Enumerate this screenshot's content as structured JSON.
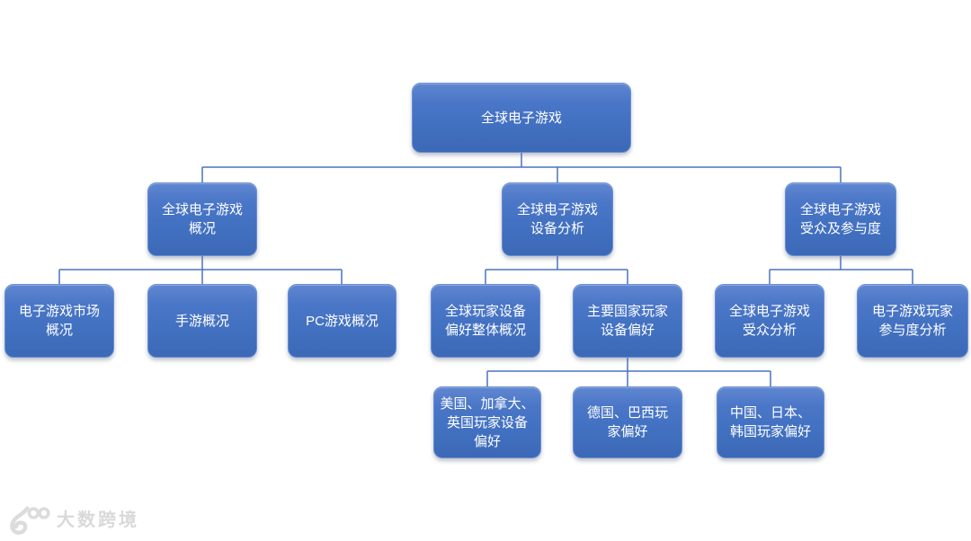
{
  "diagram": {
    "type": "org-tree",
    "colors": {
      "node_fill": "#4472c4",
      "node_fill_light": "#5f86d1",
      "node_text": "#ffffff",
      "connector": "#4a74c0",
      "watermark": "#d9d9d9",
      "background": "#ffffff"
    },
    "tree": {
      "label": "全球电子游戏",
      "children": [
        {
          "label": "全球电子游戏\n概况",
          "children": [
            {
              "label": "电子游戏市场\n概况"
            },
            {
              "label": "手游概况"
            },
            {
              "label": "PC游戏概况"
            }
          ]
        },
        {
          "label": "全球电子游戏\n设备分析",
          "children": [
            {
              "label": "全球玩家设备\n偏好整体概况"
            },
            {
              "label": "主要国家玩家\n设备偏好",
              "children": [
                {
                  "label": "美国、加拿大、\n英国玩家设备\n偏好"
                },
                {
                  "label": "德国、巴西玩\n家偏好"
                },
                {
                  "label": "中国、日本、\n韩国玩家偏好"
                }
              ]
            }
          ]
        },
        {
          "label": "全球电子游戏\n受众及参与度",
          "children": [
            {
              "label": "全球电子游戏\n受众分析"
            },
            {
              "label": "电子游戏玩家\n参与度分析"
            }
          ]
        }
      ]
    },
    "watermark": {
      "logo": "100",
      "text": "大数跨境"
    }
  }
}
